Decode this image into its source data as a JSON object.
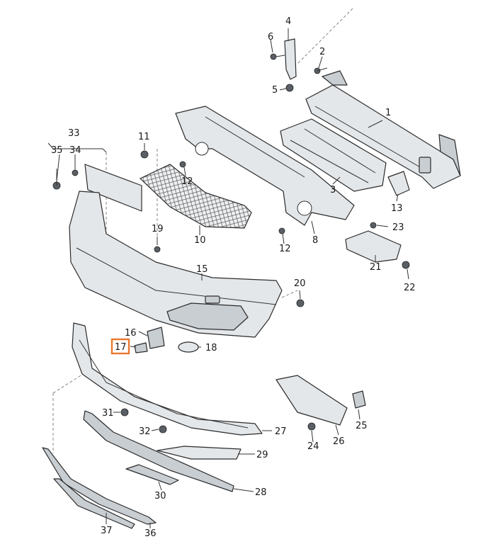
{
  "diagram": {
    "callouts": [
      {
        "id": "1",
        "label": "1"
      },
      {
        "id": "2",
        "label": "2"
      },
      {
        "id": "3",
        "label": "3"
      },
      {
        "id": "4",
        "label": "4"
      },
      {
        "id": "5",
        "label": "5"
      },
      {
        "id": "6",
        "label": "6"
      },
      {
        "id": "8",
        "label": "8"
      },
      {
        "id": "10",
        "label": "10"
      },
      {
        "id": "11",
        "label": "11"
      },
      {
        "id": "12a",
        "label": "12"
      },
      {
        "id": "12b",
        "label": "12"
      },
      {
        "id": "13",
        "label": "13"
      },
      {
        "id": "15",
        "label": "15"
      },
      {
        "id": "16",
        "label": "16"
      },
      {
        "id": "17",
        "label": "17"
      },
      {
        "id": "18",
        "label": "18"
      },
      {
        "id": "19",
        "label": "19"
      },
      {
        "id": "20",
        "label": "20"
      },
      {
        "id": "21",
        "label": "21"
      },
      {
        "id": "22",
        "label": "22"
      },
      {
        "id": "23",
        "label": "23"
      },
      {
        "id": "24",
        "label": "24"
      },
      {
        "id": "25",
        "label": "25"
      },
      {
        "id": "26",
        "label": "26"
      },
      {
        "id": "27",
        "label": "27"
      },
      {
        "id": "28",
        "label": "28"
      },
      {
        "id": "29",
        "label": "29"
      },
      {
        "id": "30",
        "label": "30"
      },
      {
        "id": "31",
        "label": "31"
      },
      {
        "id": "32",
        "label": "32"
      },
      {
        "id": "33",
        "label": "33"
      },
      {
        "id": "34",
        "label": "34"
      },
      {
        "id": "35",
        "label": "35"
      },
      {
        "id": "36",
        "label": "36"
      },
      {
        "id": "37",
        "label": "37"
      }
    ],
    "highlighted_callout": "17",
    "colors": {
      "highlight": "#e8772e",
      "part_fill": "#e4e7ea",
      "line": "#2b2b2b"
    }
  }
}
